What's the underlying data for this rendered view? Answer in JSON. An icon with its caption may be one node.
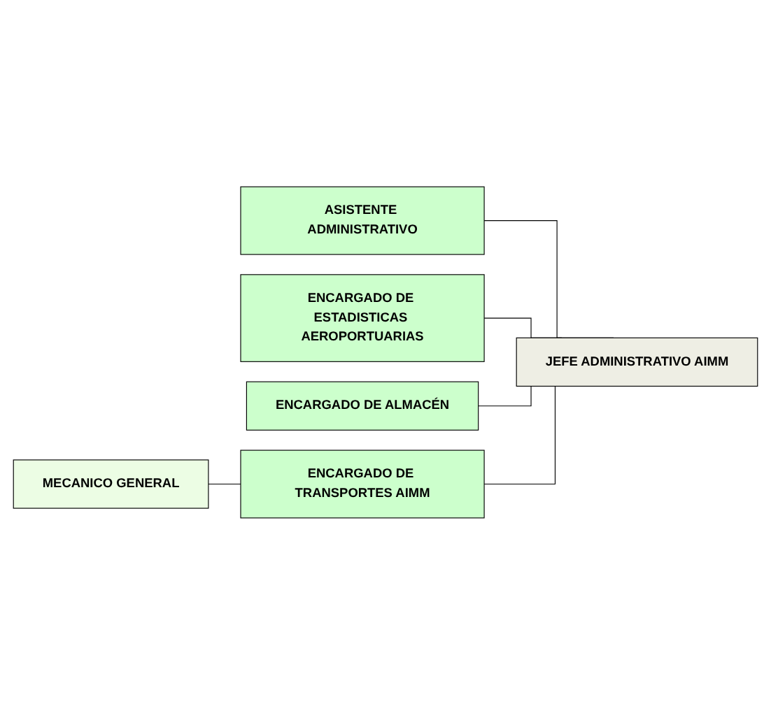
{
  "diagram": {
    "nodes": [
      {
        "text": [
          "JEFE ADMINISTRATIVO AIMM"
        ]
      },
      {
        "text": [
          "ASISTENTE ADMINISTRATIVO"
        ]
      },
      {
        "text": [
          "ENCARGADO DE ESTADISTICAS AEROPORTUARIAS"
        ]
      },
      {
        "text": [
          "ENCARGADO DE ALMACÉN"
        ]
      },
      {
        "text": [
          "ENCARGADO DE TRANSPORTES AIMM"
        ]
      },
      {
        "text": [
          "MECANICO GENERAL"
        ]
      }
    ],
    "edges": [
      {
        "from": 0,
        "to": 1,
        "arrow": "none"
      },
      {
        "from": 0,
        "to": 2,
        "arrow": "none"
      },
      {
        "from": 0,
        "to": 3,
        "arrow": "none"
      },
      {
        "from": 0,
        "to": 4,
        "arrow": "none"
      },
      {
        "from": 4,
        "to": 5,
        "arrow": "none"
      }
    ]
  }
}
